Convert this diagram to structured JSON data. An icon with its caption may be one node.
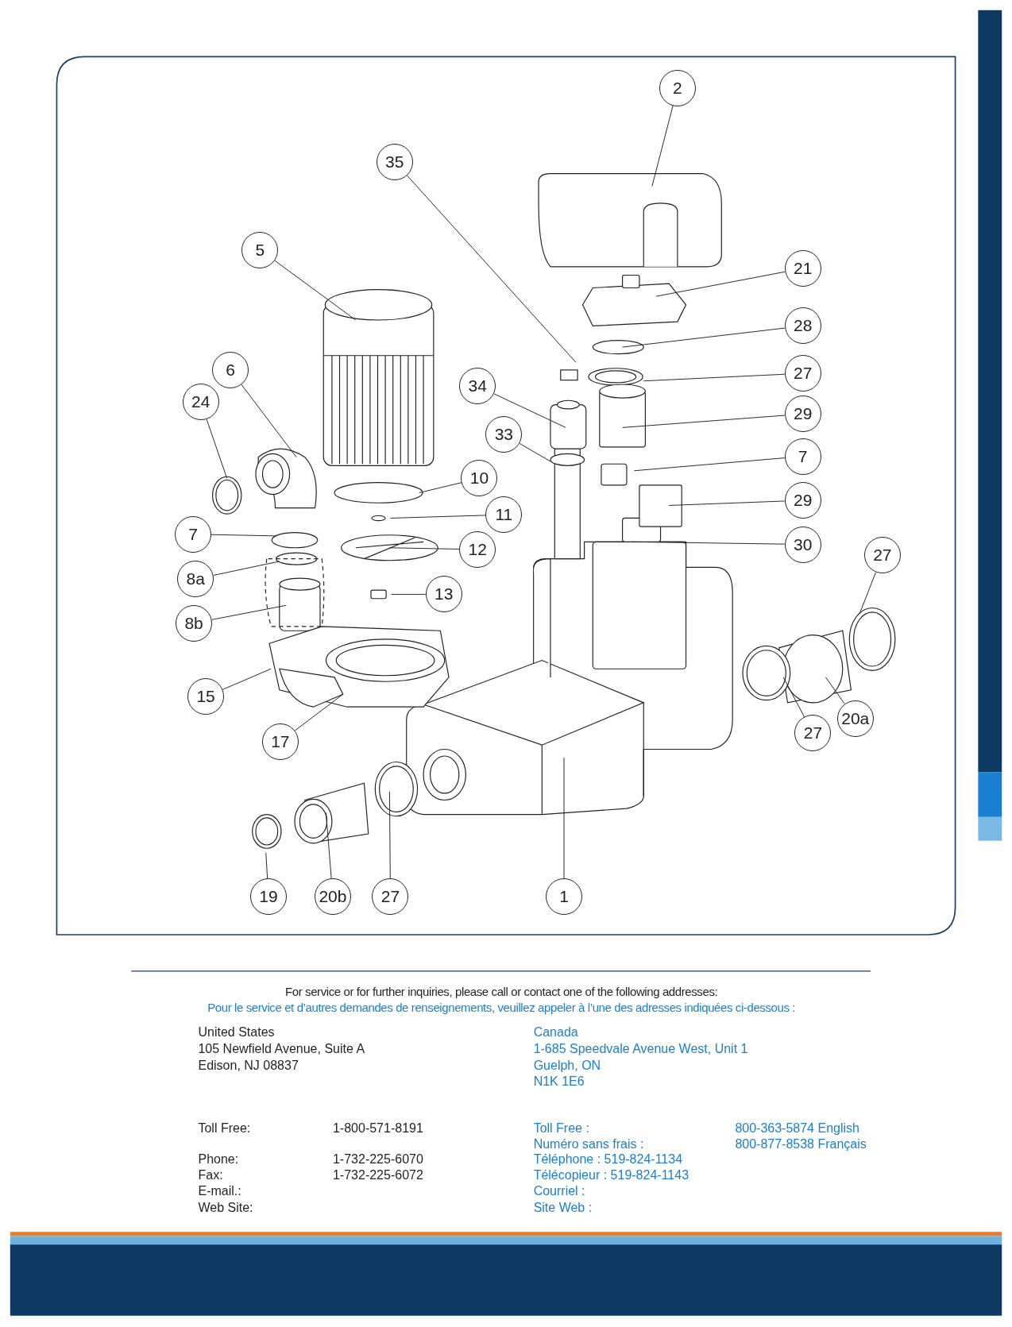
{
  "diagram": {
    "nodes": [
      {
        "text": [
          "2"
        ]
      },
      {
        "text": [
          "35"
        ]
      },
      {
        "text": [
          "5"
        ]
      },
      {
        "text": [
          "21"
        ]
      },
      {
        "text": [
          "28"
        ]
      },
      {
        "text": [
          "6"
        ]
      },
      {
        "text": [
          "24"
        ]
      },
      {
        "text": [
          "27"
        ]
      },
      {
        "text": [
          "34"
        ]
      },
      {
        "text": [
          "29"
        ]
      },
      {
        "text": [
          "33"
        ]
      },
      {
        "text": [
          "7"
        ]
      },
      {
        "text": [
          "10"
        ]
      },
      {
        "text": [
          "29"
        ]
      },
      {
        "text": [
          "11"
        ]
      },
      {
        "text": [
          "7"
        ]
      },
      {
        "text": [
          "12"
        ]
      },
      {
        "text": [
          "30"
        ]
      },
      {
        "text": [
          "27"
        ]
      },
      {
        "text": [
          "8a"
        ]
      },
      {
        "text": [
          "13"
        ]
      },
      {
        "text": [
          "8b"
        ]
      },
      {
        "text": [
          "15"
        ]
      },
      {
        "text": [
          "20a"
        ]
      },
      {
        "text": [
          "27"
        ]
      },
      {
        "text": [
          "17"
        ]
      },
      {
        "text": [
          "19"
        ]
      },
      {
        "text": [
          "20b"
        ]
      },
      {
        "text": [
          "27"
        ]
      },
      {
        "text": [
          "1"
        ]
      }
    ],
    "edges": [
      {
        "from": 0,
        "to": null,
        "arrow": "none"
      },
      {
        "from": 1,
        "to": null,
        "arrow": "none"
      },
      {
        "from": 2,
        "to": null,
        "arrow": "none"
      },
      {
        "from": 3,
        "to": null,
        "arrow": "none"
      },
      {
        "from": 4,
        "to": null,
        "arrow": "none"
      },
      {
        "from": 5,
        "to": null,
        "arrow": "none"
      },
      {
        "from": 6,
        "to": null,
        "arrow": "none"
      },
      {
        "from": 7,
        "to": null,
        "arrow": "none"
      },
      {
        "from": 8,
        "to": null,
        "arrow": "none"
      },
      {
        "from": 9,
        "to": null,
        "arrow": "none"
      },
      {
        "from": 10,
        "to": null,
        "arrow": "none"
      },
      {
        "from": 11,
        "to": null,
        "arrow": "none"
      },
      {
        "from": 12,
        "to": null,
        "arrow": "none"
      },
      {
        "from": 13,
        "to": null,
        "arrow": "none"
      },
      {
        "from": 14,
        "to": null,
        "arrow": "none"
      },
      {
        "from": 15,
        "to": null,
        "arrow": "none"
      },
      {
        "from": 16,
        "to": null,
        "arrow": "none"
      },
      {
        "from": 17,
        "to": null,
        "arrow": "none"
      },
      {
        "from": 18,
        "to": null,
        "arrow": "none"
      },
      {
        "from": 19,
        "to": null,
        "arrow": "none"
      },
      {
        "from": 20,
        "to": null,
        "arrow": "none"
      },
      {
        "from": 21,
        "to": null,
        "arrow": "none"
      },
      {
        "from": 22,
        "to": null,
        "arrow": "none"
      },
      {
        "from": 23,
        "to": null,
        "arrow": "none"
      },
      {
        "from": 24,
        "to": null,
        "arrow": "none"
      },
      {
        "from": 25,
        "to": null,
        "arrow": "none"
      },
      {
        "from": 26,
        "to": null,
        "arrow": "none"
      },
      {
        "from": 27,
        "to": null,
        "arrow": "none"
      },
      {
        "from": 28,
        "to": null,
        "arrow": "none"
      },
      {
        "from": 29,
        "to": null,
        "arrow": "none"
      }
    ],
    "labels": [
      "For service or for further inquiries, please call or contact one of the following addresses:",
      "Pour le service et d’autres demandes de renseignements, veuillez appeler à l’une des adresses indiquées ci-dessous :",
      "United States",
      "Canada",
      "105 Newfield Avenue, Suite A",
      "1-685 Speedvale Avenue West, Unit 1",
      "Edison, NJ 08837",
      "Guelph, ON",
      "N1K 1E6",
      "Toll Free:",
      "1-800-571-8191",
      "Toll Free :",
      "800-363-5874 English",
      "Numéro sans frais :",
      "800-877-8538 Français",
      "Phone:",
      "1-732-225-6070",
      "Téléphone : 519-824-1134",
      "Fax:",
      "1-732-225-6072",
      "Télécopieur : 519-824-1143",
      "E-mail.:",
      "Courriel :",
      "Web Site:",
      "Site Web :"
    ]
  }
}
